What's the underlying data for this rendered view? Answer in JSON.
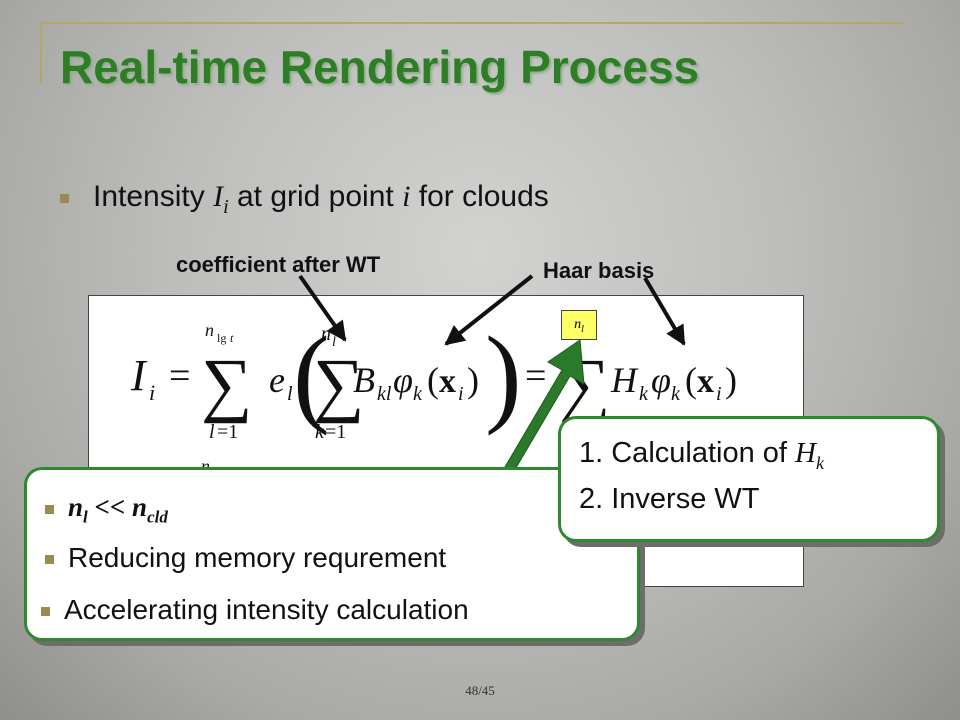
{
  "slide": {
    "title": "Real-time Rendering Process",
    "bullet": {
      "text_before": "Intensity ",
      "var_I": "I",
      "sub_i": "i",
      "text_middle": " at grid point ",
      "var_i": "i",
      "text_after": " for clouds"
    },
    "labels": {
      "coefficient": "coefficient after WT",
      "haar": "Haar basis"
    },
    "highlight_box": "n_l",
    "callout_left": {
      "item1_n": "n",
      "item1_sub_l": "l",
      "item1_op": " << n",
      "item1_sub_cld": "cld",
      "item2": "Reducing memory requrement",
      "item3": "Accelerating intensity calculation"
    },
    "callout_right": {
      "item1_text": "1. Calculation of ",
      "item1_H": "H",
      "item1_sub_k": "k",
      "item2": "2. Inverse WT"
    },
    "page_number": "48/45"
  },
  "colors": {
    "title_green": "#2e7d27",
    "callout_border": "#2f8a2f",
    "arrow_green": "#2b7a2b",
    "highlight_yellow": "#ffff66",
    "bullet_square": "#9a8a52"
  }
}
